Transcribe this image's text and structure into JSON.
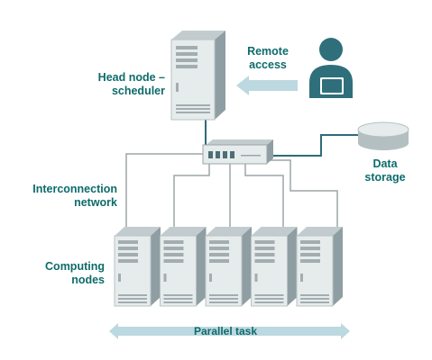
{
  "labels": {
    "head_node": "Head node –\nscheduler",
    "remote_access": "Remote\naccess",
    "data_storage": "Data\nstorage",
    "interconnection": "Interconnection\nnetwork",
    "computing_nodes": "Computing\nnodes",
    "parallel_task": "Parallel task"
  },
  "colors": {
    "label_text": "#0e6b6b",
    "server_front": "#e6ebec",
    "server_side": "#8f9ea2",
    "server_top": "#c2cccf",
    "cable": "#9ea5a8",
    "accent_cable": "#2e6b78",
    "arrow": "#bcd8e0",
    "user": "#2f6f7b"
  },
  "icons": {
    "head": "server-icon",
    "switch": "network-switch-icon",
    "storage": "database-icon",
    "user": "user-laptop-icon",
    "node": "server-icon"
  },
  "computing_node_count": 5
}
